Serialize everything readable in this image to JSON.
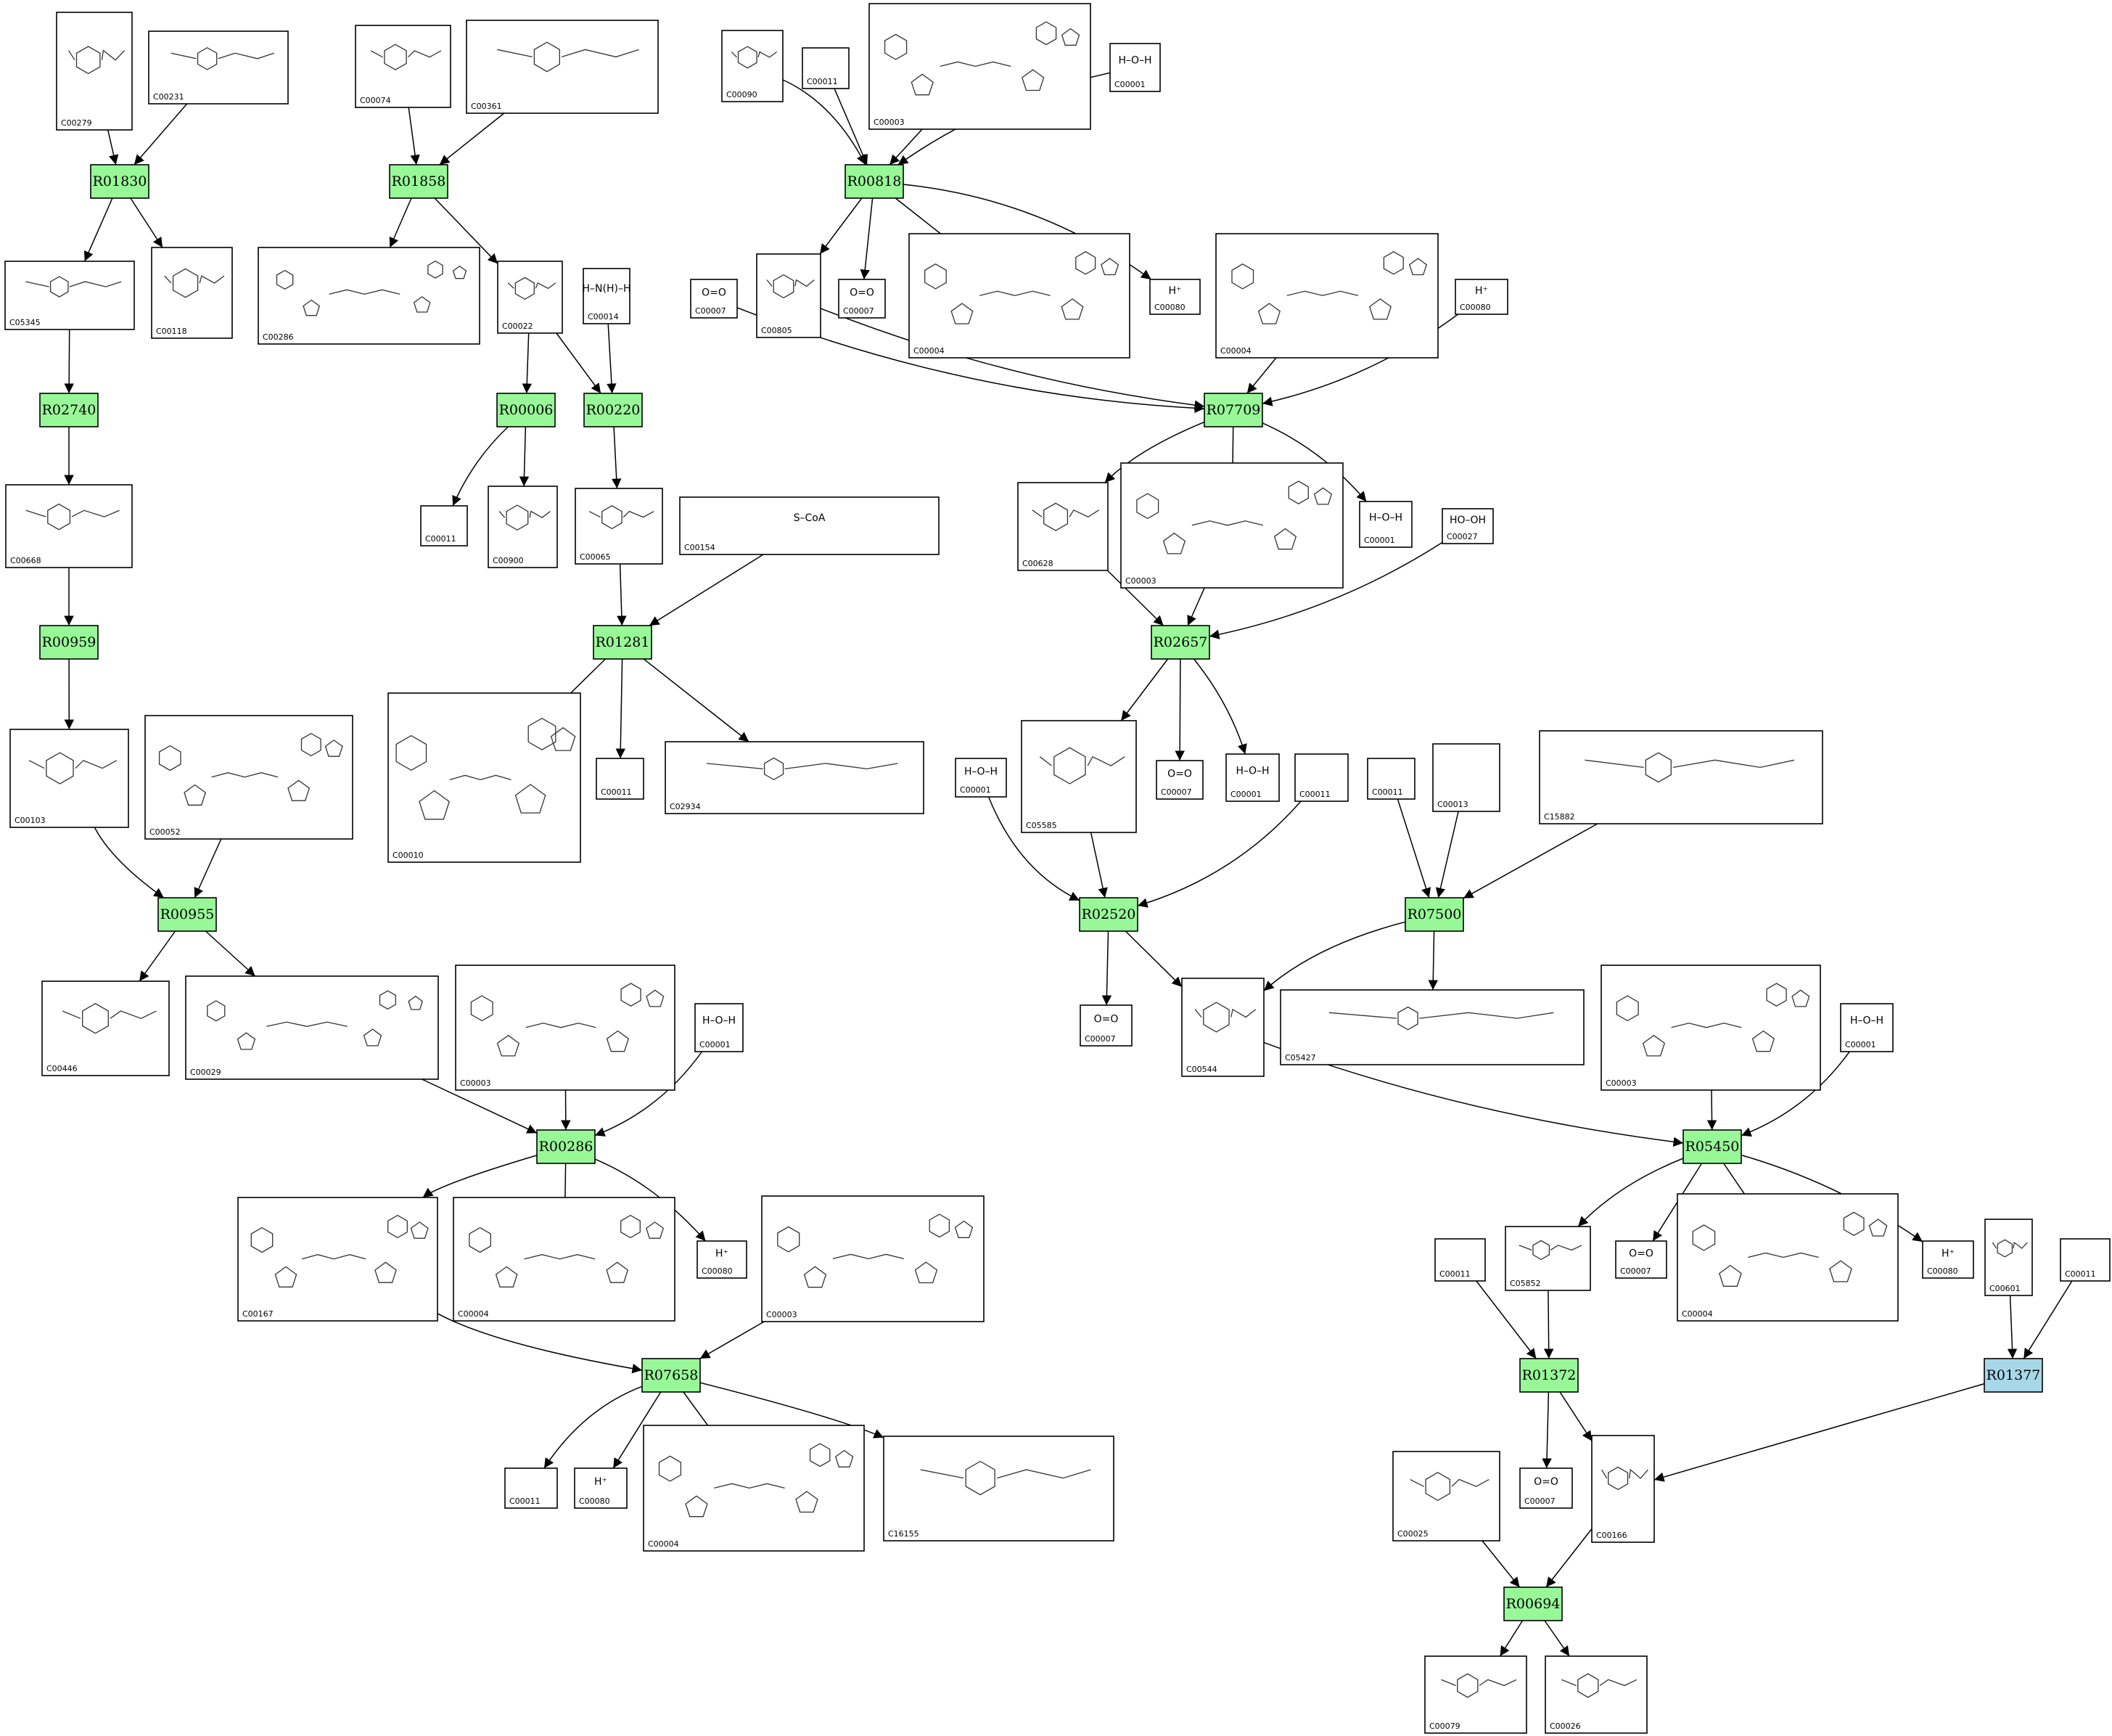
{
  "colors": {
    "reaction_fill": "#98f898",
    "reaction_special_fill": "#a8d8e8",
    "box_stroke": "#000000",
    "edge": "#000000"
  },
  "reactions": {
    "R01830": {
      "id": "R01830"
    },
    "R01858": {
      "id": "R01858"
    },
    "R00818": {
      "id": "R00818"
    },
    "R02740": {
      "id": "R02740"
    },
    "R00006": {
      "id": "R00006"
    },
    "R00220": {
      "id": "R00220"
    },
    "R07709": {
      "id": "R07709"
    },
    "R00959": {
      "id": "R00959"
    },
    "R01281": {
      "id": "R01281"
    },
    "R02657": {
      "id": "R02657"
    },
    "R00955": {
      "id": "R00955"
    },
    "R02520": {
      "id": "R02520"
    },
    "R07500": {
      "id": "R07500"
    },
    "R00286": {
      "id": "R00286"
    },
    "R05450": {
      "id": "R05450"
    },
    "R07658": {
      "id": "R07658"
    },
    "R01372": {
      "id": "R01372"
    },
    "R01377": {
      "id": "R01377",
      "fill": "special"
    },
    "R00694": {
      "id": "R00694"
    }
  },
  "compounds": [
    {
      "id": "C00279"
    },
    {
      "id": "C00231"
    },
    {
      "id": "C00074"
    },
    {
      "id": "C00361"
    },
    {
      "id": "C00090"
    },
    {
      "id": "C00011"
    },
    {
      "id": "C00003"
    },
    {
      "id": "C00001",
      "formula": "H–O–H"
    },
    {
      "id": "C05345"
    },
    {
      "id": "C00118"
    },
    {
      "id": "C00286"
    },
    {
      "id": "C00022"
    },
    {
      "id": "C00014",
      "formula": "H–N(H)–H"
    },
    {
      "id": "C00007",
      "formula": "O=O"
    },
    {
      "id": "C00805"
    },
    {
      "id": "C00007",
      "formula": "O=O"
    },
    {
      "id": "C00004"
    },
    {
      "id": "C00080",
      "formula": "H⁺"
    },
    {
      "id": "C00004"
    },
    {
      "id": "C00080",
      "formula": "H⁺"
    },
    {
      "id": "C00668"
    },
    {
      "id": "C00011"
    },
    {
      "id": "C00900"
    },
    {
      "id": "C00065"
    },
    {
      "id": "C00154",
      "formula": "S–CoA"
    },
    {
      "id": "C00628"
    },
    {
      "id": "C00003"
    },
    {
      "id": "C00001",
      "formula": "H–O–H"
    },
    {
      "id": "C00027",
      "formula": "HO–OH"
    },
    {
      "id": "C00103"
    },
    {
      "id": "C00052"
    },
    {
      "id": "C00010"
    },
    {
      "id": "C00011"
    },
    {
      "id": "C02934"
    },
    {
      "id": "C05585"
    },
    {
      "id": "C00007",
      "formula": "O=O"
    },
    {
      "id": "C00001",
      "formula": "H–O–H"
    },
    {
      "id": "C00011"
    },
    {
      "id": "C00001",
      "formula": "H–O–H"
    },
    {
      "id": "C00011"
    },
    {
      "id": "C00013"
    },
    {
      "id": "C15882"
    },
    {
      "id": "C00446"
    },
    {
      "id": "C00029"
    },
    {
      "id": "C00003"
    },
    {
      "id": "C00001",
      "formula": "H–O–H"
    },
    {
      "id": "C00007",
      "formula": "O=O"
    },
    {
      "id": "C00544"
    },
    {
      "id": "C05427"
    },
    {
      "id": "C00003"
    },
    {
      "id": "C00001",
      "formula": "H–O–H"
    },
    {
      "id": "C00167"
    },
    {
      "id": "C00004"
    },
    {
      "id": "C00080",
      "formula": "H⁺"
    },
    {
      "id": "C00003"
    },
    {
      "id": "C00011"
    },
    {
      "id": "C05852"
    },
    {
      "id": "C00007",
      "formula": "O=O"
    },
    {
      "id": "C00004"
    },
    {
      "id": "C00080",
      "formula": "H⁺"
    },
    {
      "id": "C00601"
    },
    {
      "id": "C00011"
    },
    {
      "id": "C00011"
    },
    {
      "id": "C00080",
      "formula": "H⁺"
    },
    {
      "id": "C00004"
    },
    {
      "id": "C16155"
    },
    {
      "id": "C00025"
    },
    {
      "id": "C00007",
      "formula": "O=O"
    },
    {
      "id": "C00166"
    },
    {
      "id": "C00079"
    },
    {
      "id": "C00026"
    }
  ]
}
